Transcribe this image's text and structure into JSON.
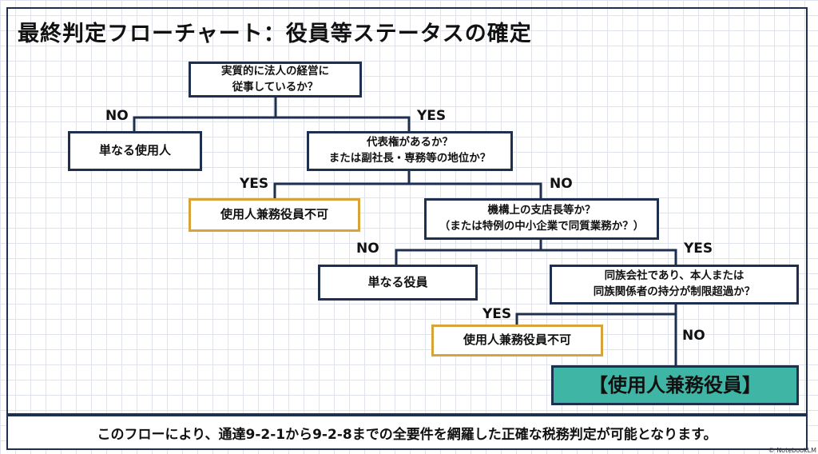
{
  "title": "最終判定フローチャート：役員等ステータスの確定",
  "nodes": {
    "q1": "実質的に法人の経営に\n従事しているか？",
    "r_employee": "単なる使用人",
    "q2": "代表権があるか？\nまたは副社長・専務等の地位か？",
    "r_not_allowed_1": "使用人兼務役員不可",
    "q3": "機構上の支店長等か？\n（または特例の中小企業で同質業務か？）",
    "r_officer": "単なる役員",
    "q4": "同族会社であり、本人または\n同族関係者の持分が制限超過か？",
    "r_not_allowed_2": "使用人兼務役員不可",
    "r_final": "【使用人兼務役員】"
  },
  "edges": {
    "q1_no": "NO",
    "q1_yes": "YES",
    "q2_yes": "YES",
    "q2_no": "NO",
    "q3_no": "NO",
    "q3_yes": "YES",
    "q4_yes": "YES",
    "q4_no": "NO"
  },
  "colors": {
    "border": "#1e2f4f",
    "caution": "#d9a33c",
    "final": "#3fb5a6"
  },
  "footer": "このフローにより、通達9-2-1から9-2-8までの全要件を網羅した正確な税務判定が可能となります。",
  "credit": "© NotebookLM"
}
